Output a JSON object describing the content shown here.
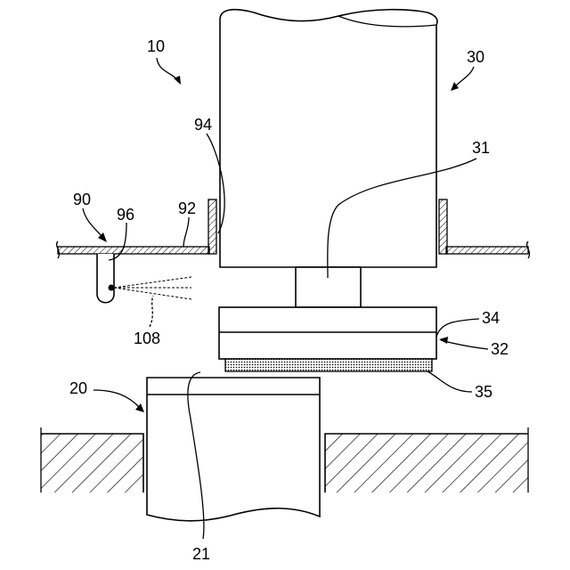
{
  "labels": {
    "device": "10",
    "table": "20",
    "wafer": "21",
    "head": "30",
    "spindle": "31",
    "pad_unit": "32",
    "plate": "34",
    "pad": "35",
    "cover": "90",
    "cover_plate": "92",
    "cover_wall": "94",
    "nozzle": "96",
    "spray": "108"
  }
}
